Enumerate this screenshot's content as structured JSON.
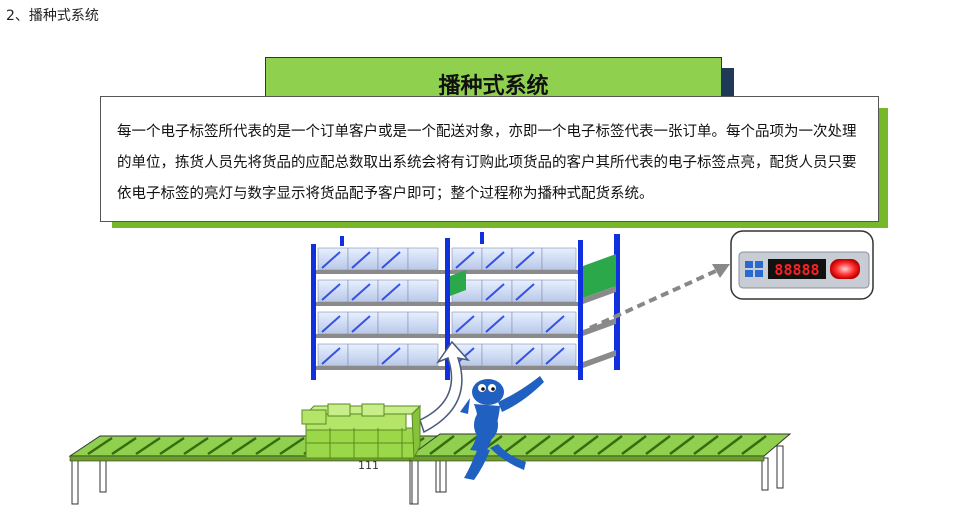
{
  "section_heading": "2、播种式系统",
  "title": "播种式系统",
  "description": "每一个电子标签所代表的是一个订单客户或是一个配送对象，亦即一个电子标签代表一张订单。每个品项为一次处理的单位，拣货人员先将货品的应配总数取出系统会将有订购此项货品的客户其所代表的电子标签点亮，配货人员只要依电子标签的亮灯与数字显示将货品配予客户即可；整个过程称为播种式配货系统。",
  "display_readout": "88888",
  "page_number": "111",
  "colors": {
    "green_accent": "#8fd14f",
    "rack_blue": "#1030e0",
    "display_red": "#ff2020",
    "figure_blue": "#2060c0"
  }
}
